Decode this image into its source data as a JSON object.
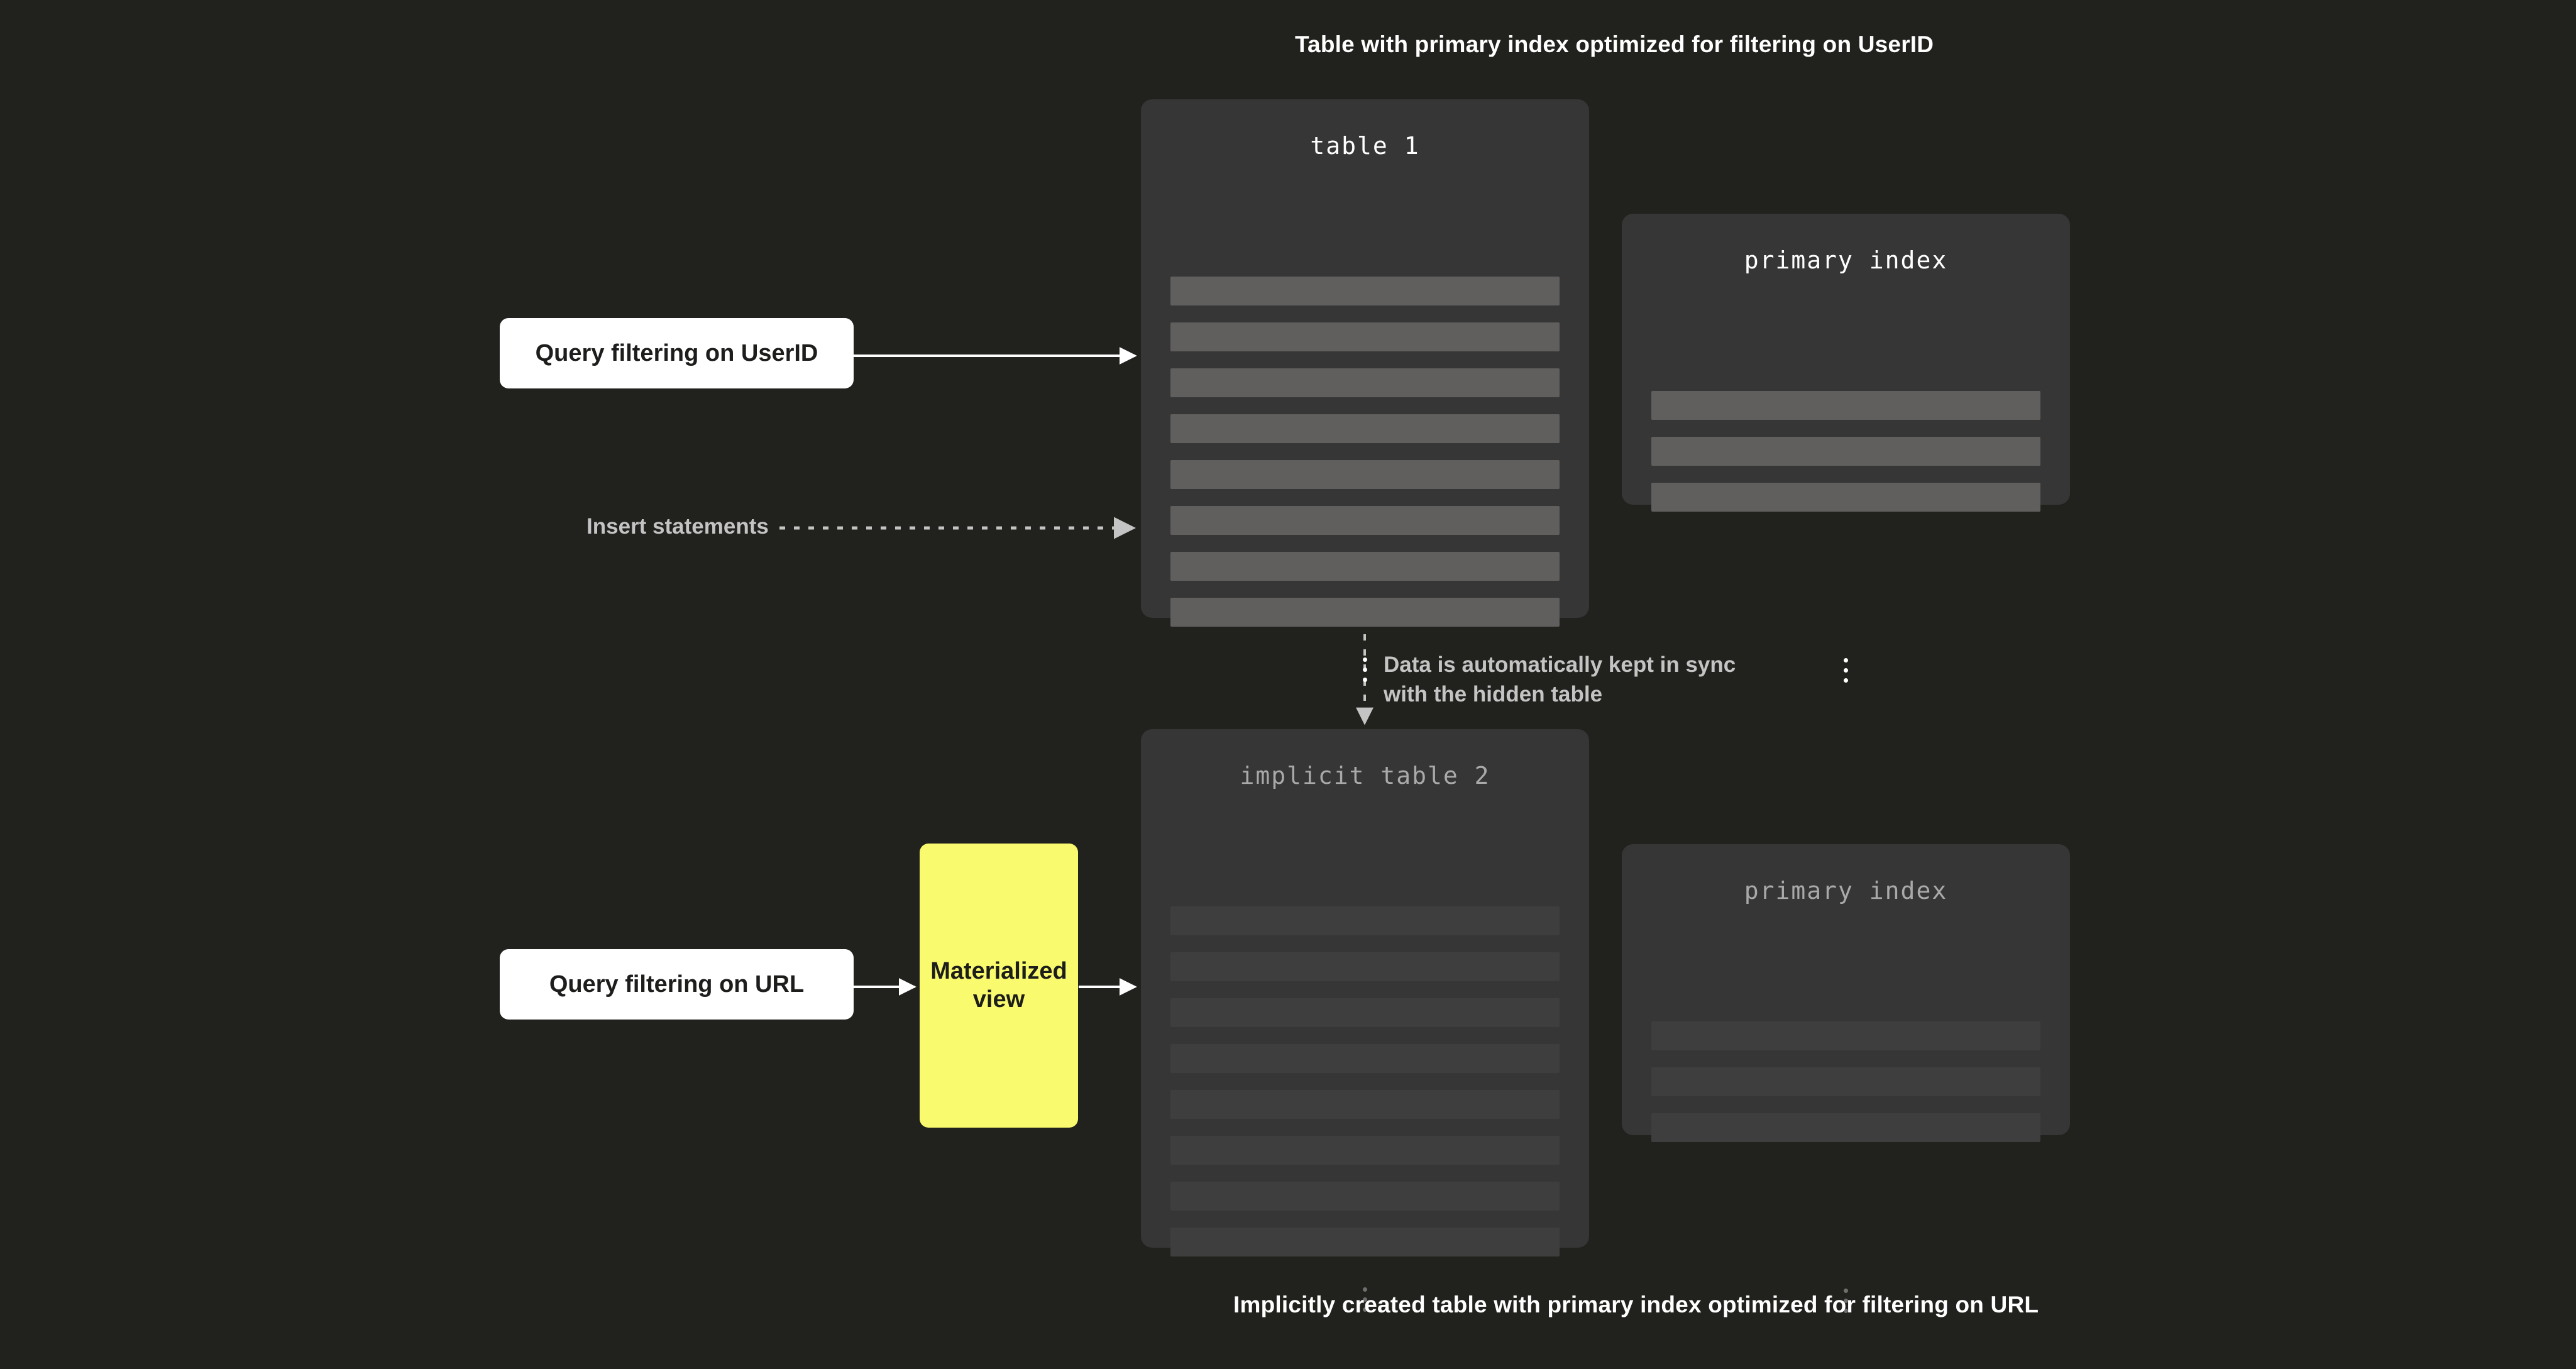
{
  "diagram": {
    "background_color": "#21211E",
    "accent_color": "#FAFA6E",
    "caption_top": "Table with primary index optimized for filtering on UserID",
    "caption_bottom": "Implicitly created table with primary index optimized for filtering on URL"
  },
  "queries": {
    "userid": "Query filtering on UserID",
    "url": "Query filtering on URL"
  },
  "materialized_view": {
    "label": "Materialized view",
    "color": "#FAFA6E"
  },
  "wires": {
    "insert_statements": "Insert statements",
    "sync_note": "Data is automatically kept in sync with the hidden table"
  },
  "panels": {
    "table1": {
      "title": "table 1",
      "row_count": 8,
      "row_color": "#605F5E",
      "panel_color": "#363636",
      "has_ellipsis": true,
      "state": "explicit"
    },
    "primary_index_top": {
      "title": "primary index",
      "row_count": 3,
      "row_color": "#605F5E",
      "panel_color": "#363636",
      "has_ellipsis": true,
      "state": "explicit"
    },
    "table2": {
      "title": "implicit table 2",
      "row_count": 8,
      "row_color": "#3E3E3E",
      "panel_color": "#363636",
      "has_ellipsis": true,
      "state": "implicit"
    },
    "primary_index_bottom": {
      "title": "primary index",
      "row_count": 3,
      "row_color": "#3E3E3E",
      "panel_color": "#363636",
      "has_ellipsis": true,
      "state": "implicit"
    }
  }
}
